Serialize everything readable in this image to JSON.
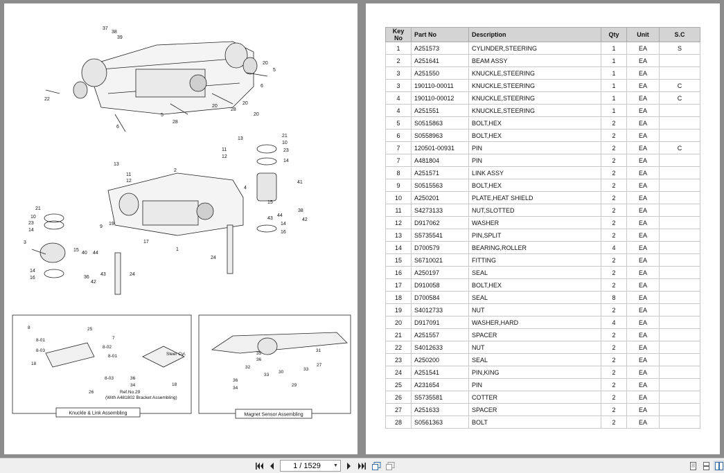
{
  "drawing": {
    "numbers": [
      "37",
      "38",
      "39",
      "22",
      "20",
      "5",
      "6",
      "20",
      "28",
      "20",
      "5",
      "20",
      "28",
      "6",
      "21",
      "10",
      "13",
      "11",
      "12",
      "23",
      "14",
      "13",
      "11",
      "12",
      "2",
      "4",
      "41",
      "15",
      "38",
      "42",
      "44",
      "43",
      "14",
      "16",
      "21",
      "10",
      "23",
      "14",
      "9",
      "19",
      "17",
      "1",
      "3",
      "15",
      "40",
      "44",
      "43",
      "14",
      "16",
      "36",
      "42",
      "24",
      "24"
    ],
    "boxes": {
      "left_caption": "Knuckle & Link Assembling",
      "right_caption": "Magnet Sensor Assembling",
      "left_labels": [
        "8",
        "8-01",
        "8-03",
        "18",
        "25",
        "7",
        "8-02",
        "8-01",
        "8-03",
        "36",
        "34",
        "Steer Cyl.",
        "18",
        "26",
        "Ref.No.29",
        "(With A481802 Bracket Assembling)"
      ],
      "right_labels": [
        "35",
        "36",
        "31",
        "32",
        "33",
        "30",
        "33",
        "27",
        "36",
        "34",
        "29"
      ]
    }
  },
  "table": {
    "headers": [
      "Key No",
      "Part No",
      "Description",
      "Qty",
      "Unit",
      "S.C"
    ],
    "rows": [
      [
        "1",
        "A251573",
        "CYLINDER,STEERING",
        "1",
        "EA",
        "S"
      ],
      [
        "2",
        "A251641",
        "BEAM ASSY",
        "1",
        "EA",
        ""
      ],
      [
        "3",
        "A251550",
        "KNUCKLE,STEERING",
        "1",
        "EA",
        ""
      ],
      [
        "3",
        "190110-00011",
        "KNUCKLE,STEERING",
        "1",
        "EA",
        "C"
      ],
      [
        "4",
        "190110-00012",
        "KNUCKLE,STEERING",
        "1",
        "EA",
        "C"
      ],
      [
        "4",
        "A251551",
        "KNUCKLE,STEERING",
        "1",
        "EA",
        ""
      ],
      [
        "5",
        "S0515863",
        "BOLT,HEX",
        "2",
        "EA",
        ""
      ],
      [
        "6",
        "S0558963",
        "BOLT,HEX",
        "2",
        "EA",
        ""
      ],
      [
        "7",
        "120501-00931",
        "PIN",
        "2",
        "EA",
        "C"
      ],
      [
        "7",
        "A481804",
        "PIN",
        "2",
        "EA",
        ""
      ],
      [
        "8",
        "A251571",
        "LINK ASSY",
        "2",
        "EA",
        ""
      ],
      [
        "9",
        "S0515563",
        "BOLT,HEX",
        "2",
        "EA",
        ""
      ],
      [
        "10",
        "A250201",
        "PLATE,HEAT SHIELD",
        "2",
        "EA",
        ""
      ],
      [
        "11",
        "S4273133",
        "NUT,SLOTTED",
        "2",
        "EA",
        ""
      ],
      [
        "12",
        "D917062",
        "WASHER",
        "2",
        "EA",
        ""
      ],
      [
        "13",
        "S5735541",
        "PIN,SPLIT",
        "2",
        "EA",
        ""
      ],
      [
        "14",
        "D700579",
        "BEARING,ROLLER",
        "4",
        "EA",
        ""
      ],
      [
        "15",
        "S6710021",
        "FITTING",
        "2",
        "EA",
        ""
      ],
      [
        "16",
        "A250197",
        "SEAL",
        "2",
        "EA",
        ""
      ],
      [
        "17",
        "D910058",
        "BOLT,HEX",
        "2",
        "EA",
        ""
      ],
      [
        "18",
        "D700584",
        "SEAL",
        "8",
        "EA",
        ""
      ],
      [
        "19",
        "S4012733",
        "NUT",
        "2",
        "EA",
        ""
      ],
      [
        "20",
        "D917091",
        "WASHER,HARD",
        "4",
        "EA",
        ""
      ],
      [
        "21",
        "A251557",
        "SPACER",
        "2",
        "EA",
        ""
      ],
      [
        "22",
        "S4012633",
        "NUT",
        "2",
        "EA",
        ""
      ],
      [
        "23",
        "A250200",
        "SEAL",
        "2",
        "EA",
        ""
      ],
      [
        "24",
        "A251541",
        "PIN,KING",
        "2",
        "EA",
        ""
      ],
      [
        "25",
        "A231654",
        "PIN",
        "2",
        "EA",
        ""
      ],
      [
        "26",
        "S5735581",
        "COTTER",
        "2",
        "EA",
        ""
      ],
      [
        "27",
        "A251633",
        "SPACER",
        "2",
        "EA",
        ""
      ],
      [
        "28",
        "S0561363",
        "BOLT",
        "2",
        "EA",
        ""
      ]
    ]
  },
  "toolbar": {
    "page_indicator": "1 / 1529",
    "icons": [
      "first-page-icon",
      "prev-page-icon",
      "next-page-icon",
      "last-page-icon",
      "fit-page-icon",
      "fit-width-icon",
      "single-page-view-icon",
      "continuous-view-icon",
      "two-page-view-icon"
    ]
  }
}
